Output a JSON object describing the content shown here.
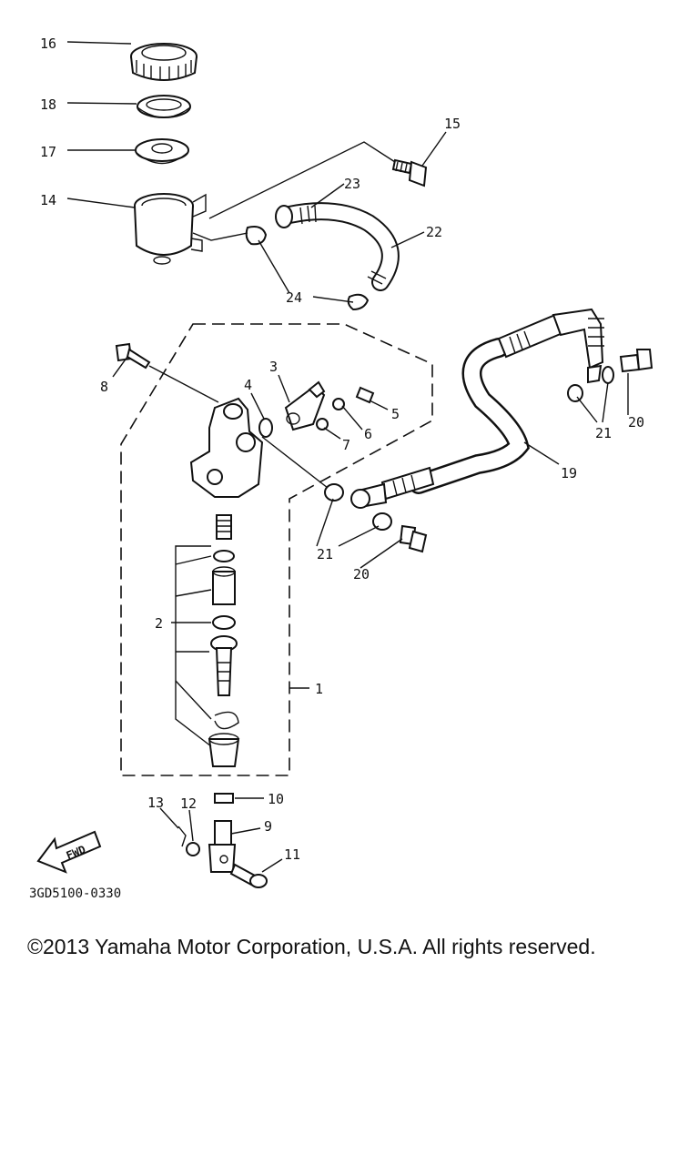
{
  "diagram": {
    "callouts": {
      "c1": "1",
      "c2": "2",
      "c3": "3",
      "c4": "4",
      "c5": "5",
      "c6": "6",
      "c7": "7",
      "c8": "8",
      "c9": "9",
      "c10": "10",
      "c11": "11",
      "c12": "12",
      "c13": "13",
      "c14": "14",
      "c15": "15",
      "c16": "16",
      "c17": "17",
      "c18": "18",
      "c19": "19",
      "c20a": "20",
      "c20b": "20",
      "c21a": "21",
      "c21b": "21",
      "c22": "22",
      "c23": "23",
      "c24": "24"
    },
    "fwd_label": "FWD",
    "diagram_code": "3GD5100-0330"
  },
  "footer": {
    "copyright": "©2013 Yamaha Motor Corporation, U.S.A. All rights reserved."
  }
}
